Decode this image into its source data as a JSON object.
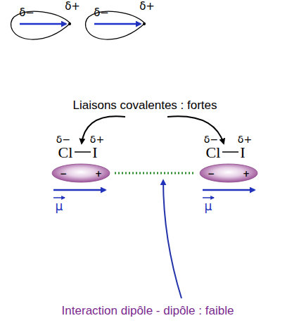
{
  "diagram": {
    "nodes": [
      {
        "text": [
          "δ−",
          "δ+"
        ]
      },
      {
        "text": [
          "δ−",
          "δ+"
        ]
      },
      {
        "text": [
          "−",
          "+"
        ]
      },
      {
        "text": [
          "−",
          "+"
        ]
      }
    ],
    "edges": [
      {
        "from": 2,
        "to": 3,
        "arrow": "none"
      }
    ],
    "labels": [
      "Liaisons covalentes : fortes",
      "δ−",
      "δ+",
      "Cl",
      "I",
      "δ−",
      "δ+",
      "Cl",
      "I",
      "μ",
      "μ",
      "Interaction dipôle - dipôle : faible"
    ]
  }
}
